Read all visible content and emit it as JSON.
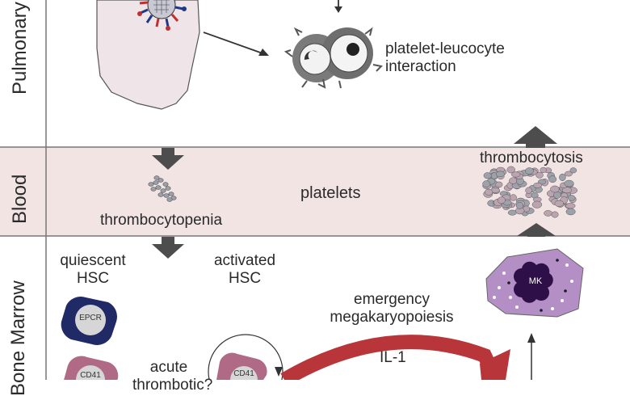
{
  "rows": {
    "pulmonary": "Pulmonary",
    "blood": "Blood",
    "bone_marrow": "Bone Marrow"
  },
  "labels": {
    "interaction": [
      "platelet-leucocyte",
      "interaction"
    ],
    "thrombocytosis": "thrombocytosis",
    "platelets": "platelets",
    "thrombocytopenia": "thrombocytopenia",
    "quiescent": [
      "quiescent",
      "HSC"
    ],
    "activated": [
      "activated",
      "HSC"
    ],
    "emergency": [
      "emergency",
      "megakaryopoiesis"
    ],
    "il1": "IL-1",
    "acute": [
      "acute",
      "thrombotic?"
    ],
    "mk": "MK",
    "epcr": "EPCR",
    "cd41_a": "CD41",
    "cd41_b": "CD41"
  },
  "colors": {
    "blood_band": "#f3e4e4",
    "mk_cell": "#b48fc6",
    "mk_nucleus": "#2f0f48",
    "epcr_cell": "#1f2a66",
    "cd41_cell": "#b06a86",
    "red_arrow": "#b8353a",
    "lung": "#efe4e8"
  }
}
